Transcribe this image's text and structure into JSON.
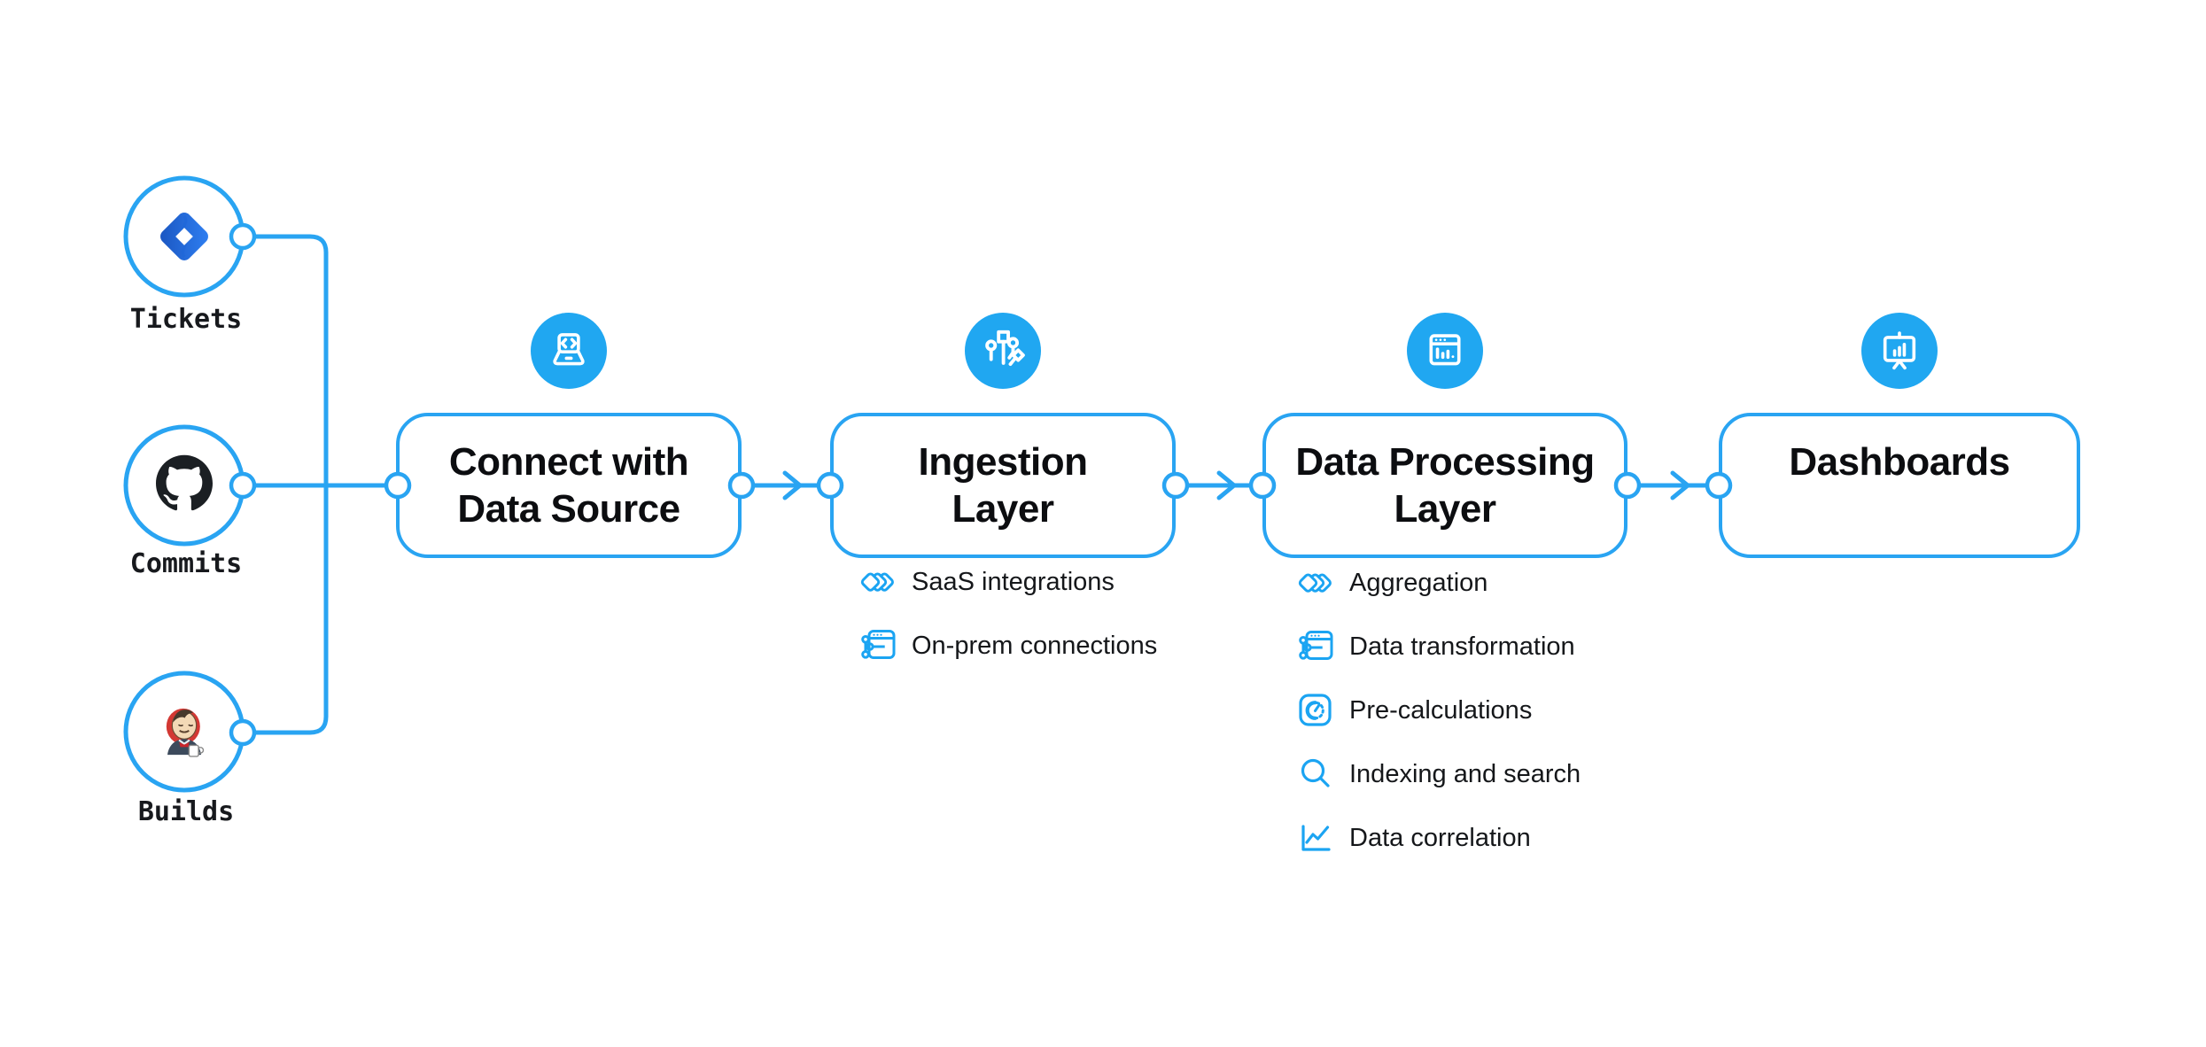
{
  "diagram": {
    "colors": {
      "accent_blue": "#29a4f2",
      "icon_circle_blue": "#20a7f1",
      "jira_blue": "#2173e4",
      "github_black": "#1b1f23",
      "jenkins_red": "#d33833",
      "text_black": "#0c0d10"
    },
    "sources": [
      {
        "label": "Tickets",
        "icon": "jira-icon"
      },
      {
        "label": "Commits",
        "icon": "github-icon"
      },
      {
        "label": "Builds",
        "icon": "jenkins-icon"
      }
    ],
    "stages": [
      {
        "title_line1": "Connect with",
        "title_line2": "Data Source",
        "icon": "laptop-code-icon",
        "features": []
      },
      {
        "title_line1": "Ingestion",
        "title_line2": "Layer",
        "icon": "ingestion-circuit-icon",
        "features": [
          {
            "icon": "stacked-diamonds-icon",
            "label": "SaaS integrations"
          },
          {
            "icon": "server-connections-icon",
            "label": "On-prem connections"
          }
        ]
      },
      {
        "title_line1": "Data Processing",
        "title_line2": "Layer",
        "icon": "window-bar-chart-icon",
        "features": [
          {
            "icon": "stacked-diamonds-icon",
            "label": "Aggregation"
          },
          {
            "icon": "server-connections-icon",
            "label": "Data transformation"
          },
          {
            "icon": "gauge-icon",
            "label": "Pre-calculations"
          },
          {
            "icon": "magnifier-icon",
            "label": "Indexing and search"
          },
          {
            "icon": "line-chart-icon",
            "label": "Data correlation"
          }
        ]
      },
      {
        "title_line1": "Dashboards",
        "title_line2": "",
        "icon": "presentation-chart-icon",
        "features": []
      }
    ]
  }
}
